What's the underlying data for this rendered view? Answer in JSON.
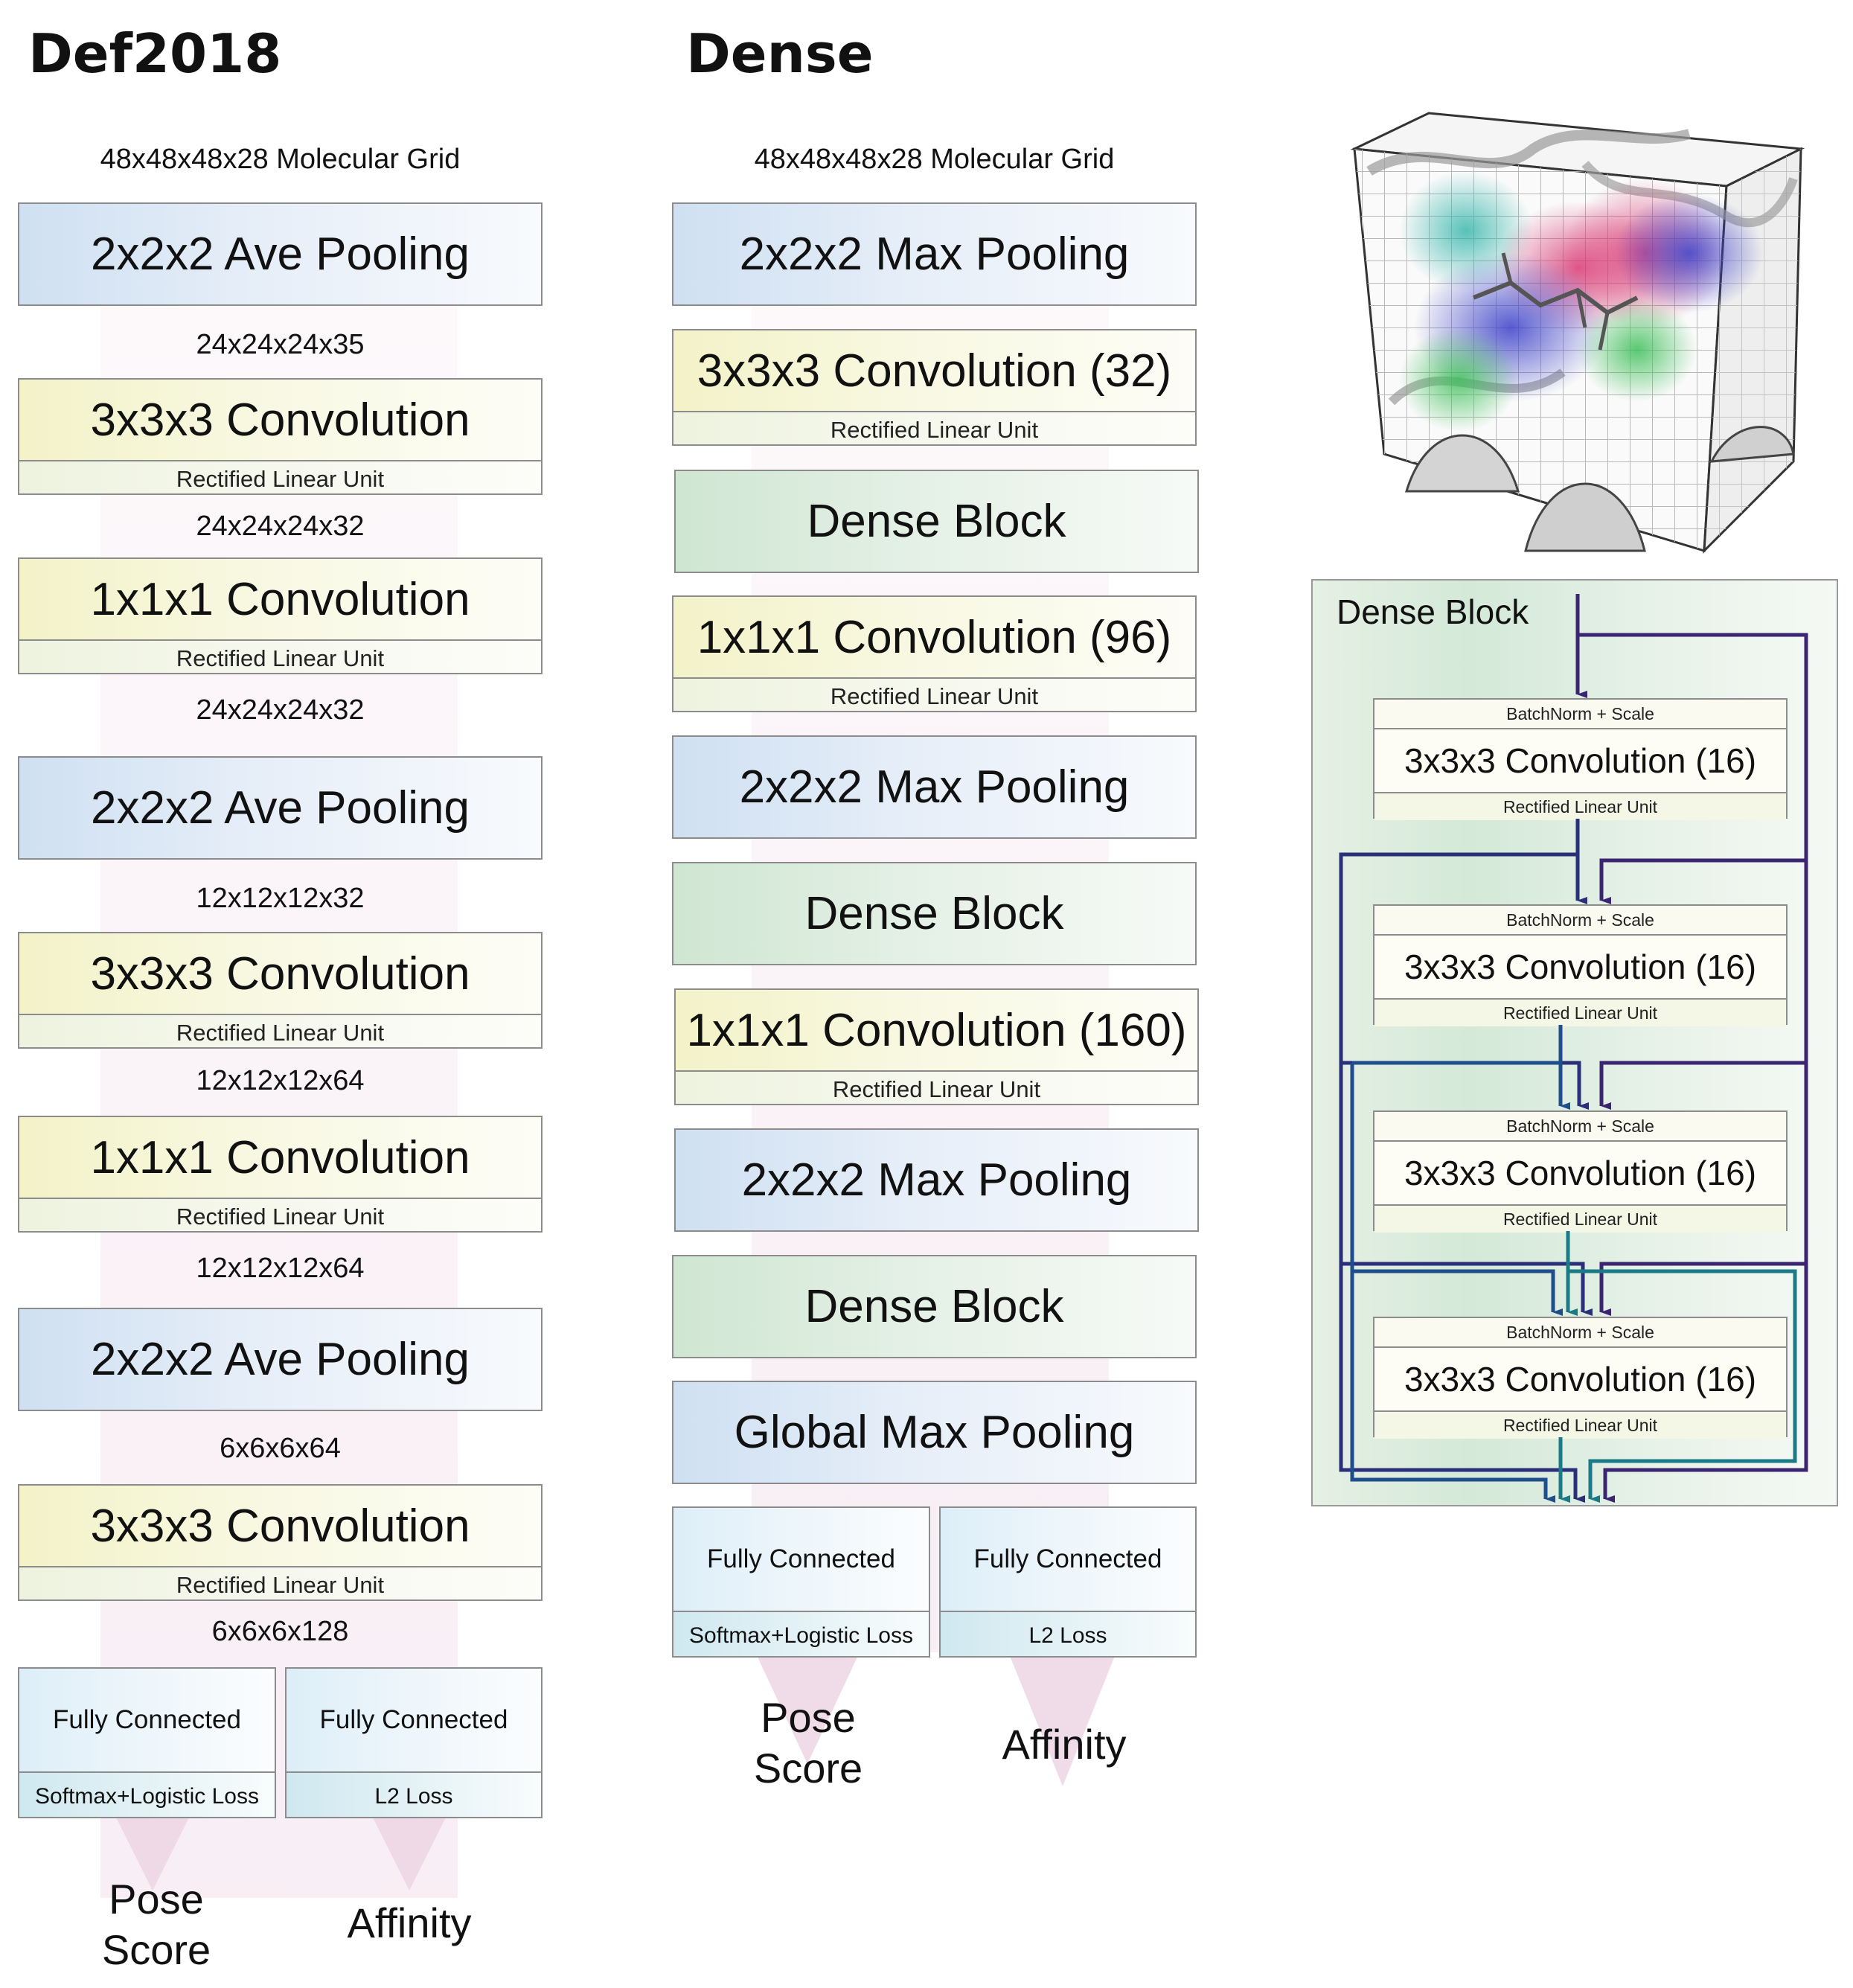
{
  "left": {
    "title": "Def2018",
    "input": "48x48x48x28 Molecular Grid",
    "layers": [
      {
        "kind": "pool",
        "label": "2x2x2 Ave Pooling"
      },
      {
        "kind": "dim",
        "label": "24x24x24x35"
      },
      {
        "kind": "conv",
        "label": "3x3x3 Convolution",
        "sub": "Rectified Linear Unit"
      },
      {
        "kind": "dim",
        "label": "24x24x24x32"
      },
      {
        "kind": "conv",
        "label": "1x1x1 Convolution",
        "sub": "Rectified Linear Unit"
      },
      {
        "kind": "dim",
        "label": "24x24x24x32"
      },
      {
        "kind": "pool",
        "label": "2x2x2 Ave Pooling"
      },
      {
        "kind": "dim",
        "label": "12x12x12x32"
      },
      {
        "kind": "conv",
        "label": "3x3x3 Convolution",
        "sub": "Rectified Linear Unit"
      },
      {
        "kind": "dim",
        "label": "12x12x12x64"
      },
      {
        "kind": "conv",
        "label": "1x1x1 Convolution",
        "sub": "Rectified Linear Unit"
      },
      {
        "kind": "dim",
        "label": "12x12x12x64"
      },
      {
        "kind": "pool",
        "label": "2x2x2 Ave Pooling"
      },
      {
        "kind": "dim",
        "label": "6x6x6x64"
      },
      {
        "kind": "conv",
        "label": "3x3x3 Convolution",
        "sub": "Rectified Linear Unit"
      },
      {
        "kind": "dim",
        "label": "6x6x6x128"
      }
    ],
    "fc": [
      {
        "label": "Fully Connected",
        "loss": "Softmax+Logistic Loss"
      },
      {
        "label": "Fully Connected",
        "loss": "L2 Loss"
      }
    ],
    "outputs": [
      "Pose\nScore",
      "Affinity"
    ]
  },
  "middle": {
    "title": "Dense",
    "input": "48x48x48x28 Molecular Grid",
    "layers": [
      {
        "kind": "pool",
        "label": "2x2x2 Max Pooling"
      },
      {
        "kind": "conv",
        "label": "3x3x3 Convolution (32)",
        "sub": "Rectified Linear Unit"
      },
      {
        "kind": "dense",
        "label": "Dense Block"
      },
      {
        "kind": "conv",
        "label": "1x1x1 Convolution (96)",
        "sub": "Rectified Linear Unit"
      },
      {
        "kind": "pool",
        "label": "2x2x2 Max Pooling"
      },
      {
        "kind": "dense",
        "label": "Dense Block"
      },
      {
        "kind": "conv",
        "label": "1x1x1 Convolution (160)",
        "sub": "Rectified Linear Unit"
      },
      {
        "kind": "pool",
        "label": "2x2x2 Max Pooling"
      },
      {
        "kind": "dense",
        "label": "Dense Block"
      },
      {
        "kind": "pool",
        "label": "Global Max Pooling"
      }
    ],
    "fc": [
      {
        "label": "Fully Connected",
        "loss": "Softmax+Logistic Loss"
      },
      {
        "label": "Fully Connected",
        "loss": "L2 Loss"
      }
    ],
    "outputs": [
      "Pose\nScore",
      "Affinity"
    ]
  },
  "dense_block": {
    "title": "Dense Block",
    "units": [
      {
        "top": "BatchNorm + Scale",
        "main": "3x3x3 Convolution (16)",
        "bottom": "Rectified Linear Unit"
      },
      {
        "top": "BatchNorm + Scale",
        "main": "3x3x3 Convolution (16)",
        "bottom": "Rectified Linear Unit"
      },
      {
        "top": "BatchNorm + Scale",
        "main": "3x3x3 Convolution (16)",
        "bottom": "Rectified Linear Unit"
      },
      {
        "top": "BatchNorm + Scale",
        "main": "3x3x3 Convolution (16)",
        "bottom": "Rectified Linear Unit"
      }
    ]
  },
  "colors": {
    "pool": "#cfe0f2",
    "conv": "#f3f2c8",
    "dense": "#cfe6d2",
    "arrow_navy": "#2a2f7a",
    "arrow_blue": "#1f4e8c",
    "arrow_teal": "#1a7a86",
    "arrow_purple": "#3b2470"
  }
}
